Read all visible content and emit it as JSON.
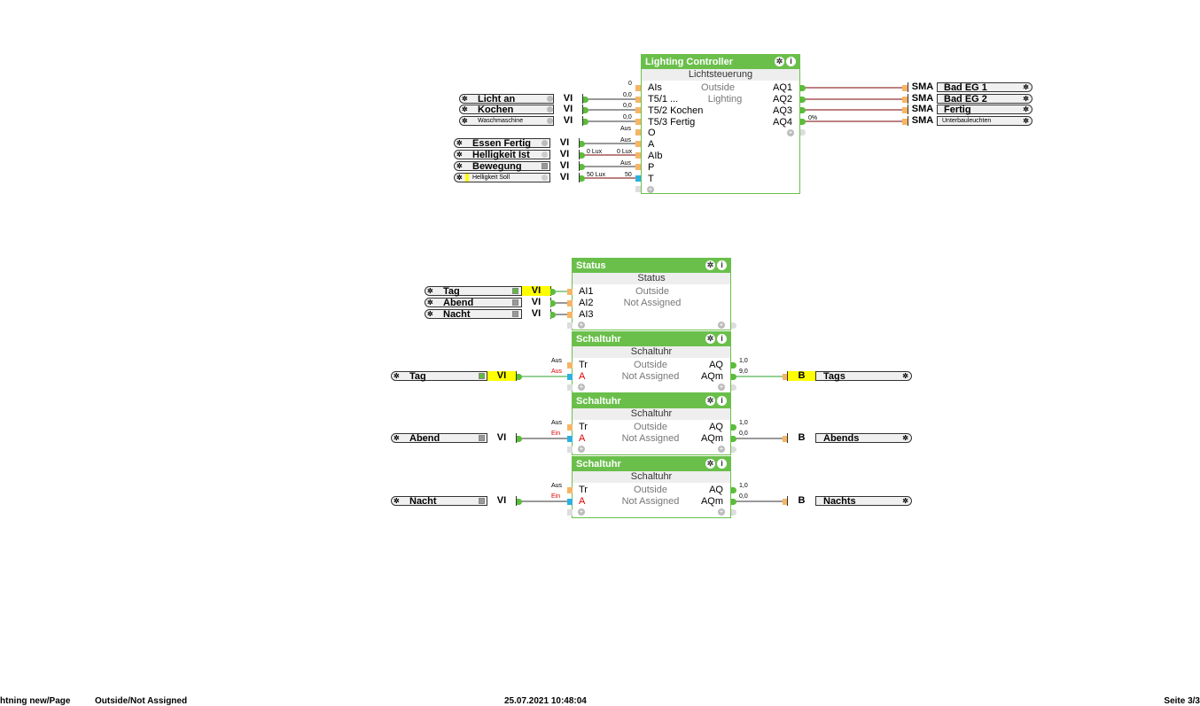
{
  "lighting_controller": {
    "title": "Lighting Controller",
    "subtitle": "Lichtsteuerung",
    "location": "Outside",
    "category": "Lighting",
    "inputs": [
      "AIs",
      "T5/1 ...",
      "T5/2 Kochen",
      "T5/3 Fertig",
      "O",
      "A",
      "AIb",
      "P",
      "T"
    ],
    "input_values": [
      "0",
      "0,0",
      "0,0",
      "0,0",
      "Aus",
      "Aus",
      "0 Lux",
      "Aus",
      "50"
    ],
    "outputs": [
      "AQ1",
      "AQ2",
      "AQ3",
      "AQ4"
    ],
    "output_values": [
      "",
      "",
      "",
      "0%"
    ]
  },
  "lc_sources": [
    {
      "label": "Licht an",
      "type": "VI",
      "small": false,
      "status": "circle"
    },
    {
      "label": "Kochen",
      "type": "VI",
      "small": false,
      "status": "circle"
    },
    {
      "label": "Waschmaschine",
      "type": "VI",
      "small": true,
      "status": "circle"
    },
    {
      "label": "Essen Fertig",
      "type": "VI",
      "small": false,
      "status": "circle"
    },
    {
      "label": "Helligkeit Ist",
      "type": "VI",
      "small": false,
      "status": "dots",
      "value": "0 Lux"
    },
    {
      "label": "Bewegung",
      "type": "VI",
      "small": false,
      "status": "toggle-off"
    },
    {
      "label": "Helligkeit Soll",
      "type": "VI",
      "small": true,
      "status": "dots",
      "value": "50 Lux"
    }
  ],
  "lc_targets": [
    {
      "type": "SMA",
      "label": "Bad EG 1",
      "small": false
    },
    {
      "type": "SMA",
      "label": "Bad EG 2",
      "small": false
    },
    {
      "type": "SMA",
      "label": "Fertig",
      "small": false
    },
    {
      "type": "SMA",
      "label": "Unterbauleuchten",
      "small": true
    }
  ],
  "status_block": {
    "title": "Status",
    "subtitle": "Status",
    "location": "Outside",
    "category": "Not Assigned",
    "inputs": [
      "AI1",
      "AI2",
      "AI3"
    ]
  },
  "status_sources": [
    {
      "label": "Tag",
      "type": "VI",
      "active": true
    },
    {
      "label": "Abend",
      "type": "VI",
      "active": false
    },
    {
      "label": "Nacht",
      "type": "VI",
      "active": false
    }
  ],
  "timers": [
    {
      "title": "Schaltuhr",
      "subtitle": "Schaltuhr",
      "location": "Outside",
      "category": "Not Assigned",
      "inputs": [
        "Tr",
        "A"
      ],
      "input_values": [
        "Aus",
        "Aus"
      ],
      "outputs": [
        "AQ",
        "AQm"
      ],
      "output_values": [
        "1,0",
        "9,0"
      ],
      "source": {
        "label": "Tag",
        "type": "VI",
        "active": true
      },
      "target": {
        "type": "B",
        "label": "Tags",
        "active": true
      }
    },
    {
      "title": "Schaltuhr",
      "subtitle": "Schaltuhr",
      "location": "Outside",
      "category": "Not Assigned",
      "inputs": [
        "Tr",
        "A"
      ],
      "input_values": [
        "Aus",
        "Ein"
      ],
      "outputs": [
        "AQ",
        "AQm"
      ],
      "output_values": [
        "1,0",
        "0,0"
      ],
      "source": {
        "label": "Abend",
        "type": "VI",
        "active": false
      },
      "target": {
        "type": "B",
        "label": "Abends",
        "active": false
      }
    },
    {
      "title": "Schaltuhr",
      "subtitle": "Schaltuhr",
      "location": "Outside",
      "category": "Not Assigned",
      "inputs": [
        "Tr",
        "A"
      ],
      "input_values": [
        "Aus",
        "Ein"
      ],
      "outputs": [
        "AQ",
        "AQm"
      ],
      "output_values": [
        "1,0",
        "0,0"
      ],
      "source": {
        "label": "Nacht",
        "type": "VI",
        "active": false
      },
      "target": {
        "type": "B",
        "label": "Nachts",
        "active": false
      }
    }
  ],
  "icons": {
    "gear": "gear-icon",
    "info": "info-icon",
    "add": "add-port-icon"
  },
  "colors": {
    "block_green": "#6abf4b",
    "active_yellow": "#ffff00",
    "wire_dark_red": "#7a0000",
    "wire_green": "#2aa52a",
    "pin_orange": "#f5b565",
    "pin_cyan": "#2cb1e0"
  },
  "footer": {
    "page_path": "htning new/Page",
    "location": "Outside/Not Assigned",
    "timestamp": "25.07.2021 10:48:04",
    "page_number": "Seite 3/3"
  }
}
